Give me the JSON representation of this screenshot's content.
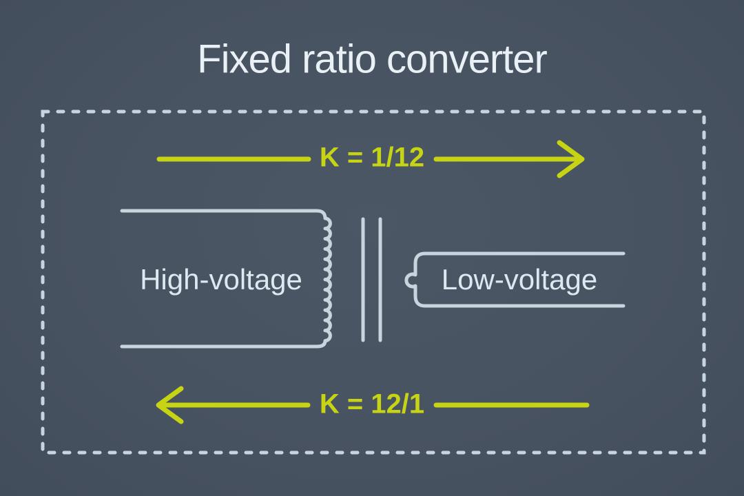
{
  "title": "Fixed ratio converter",
  "diagram": {
    "forward_ratio": {
      "label": "K = 1/12",
      "direction": "right"
    },
    "reverse_ratio": {
      "label": "K = 12/1",
      "direction": "left"
    },
    "primary_winding": {
      "label": "High-voltage"
    },
    "secondary_winding": {
      "label": "Low-voltage"
    }
  },
  "colors": {
    "background": "#485361",
    "line": "#c6d5de",
    "label_text": "#dde9f0",
    "title_text": "#e9f1f6",
    "accent": "#c7d414"
  }
}
